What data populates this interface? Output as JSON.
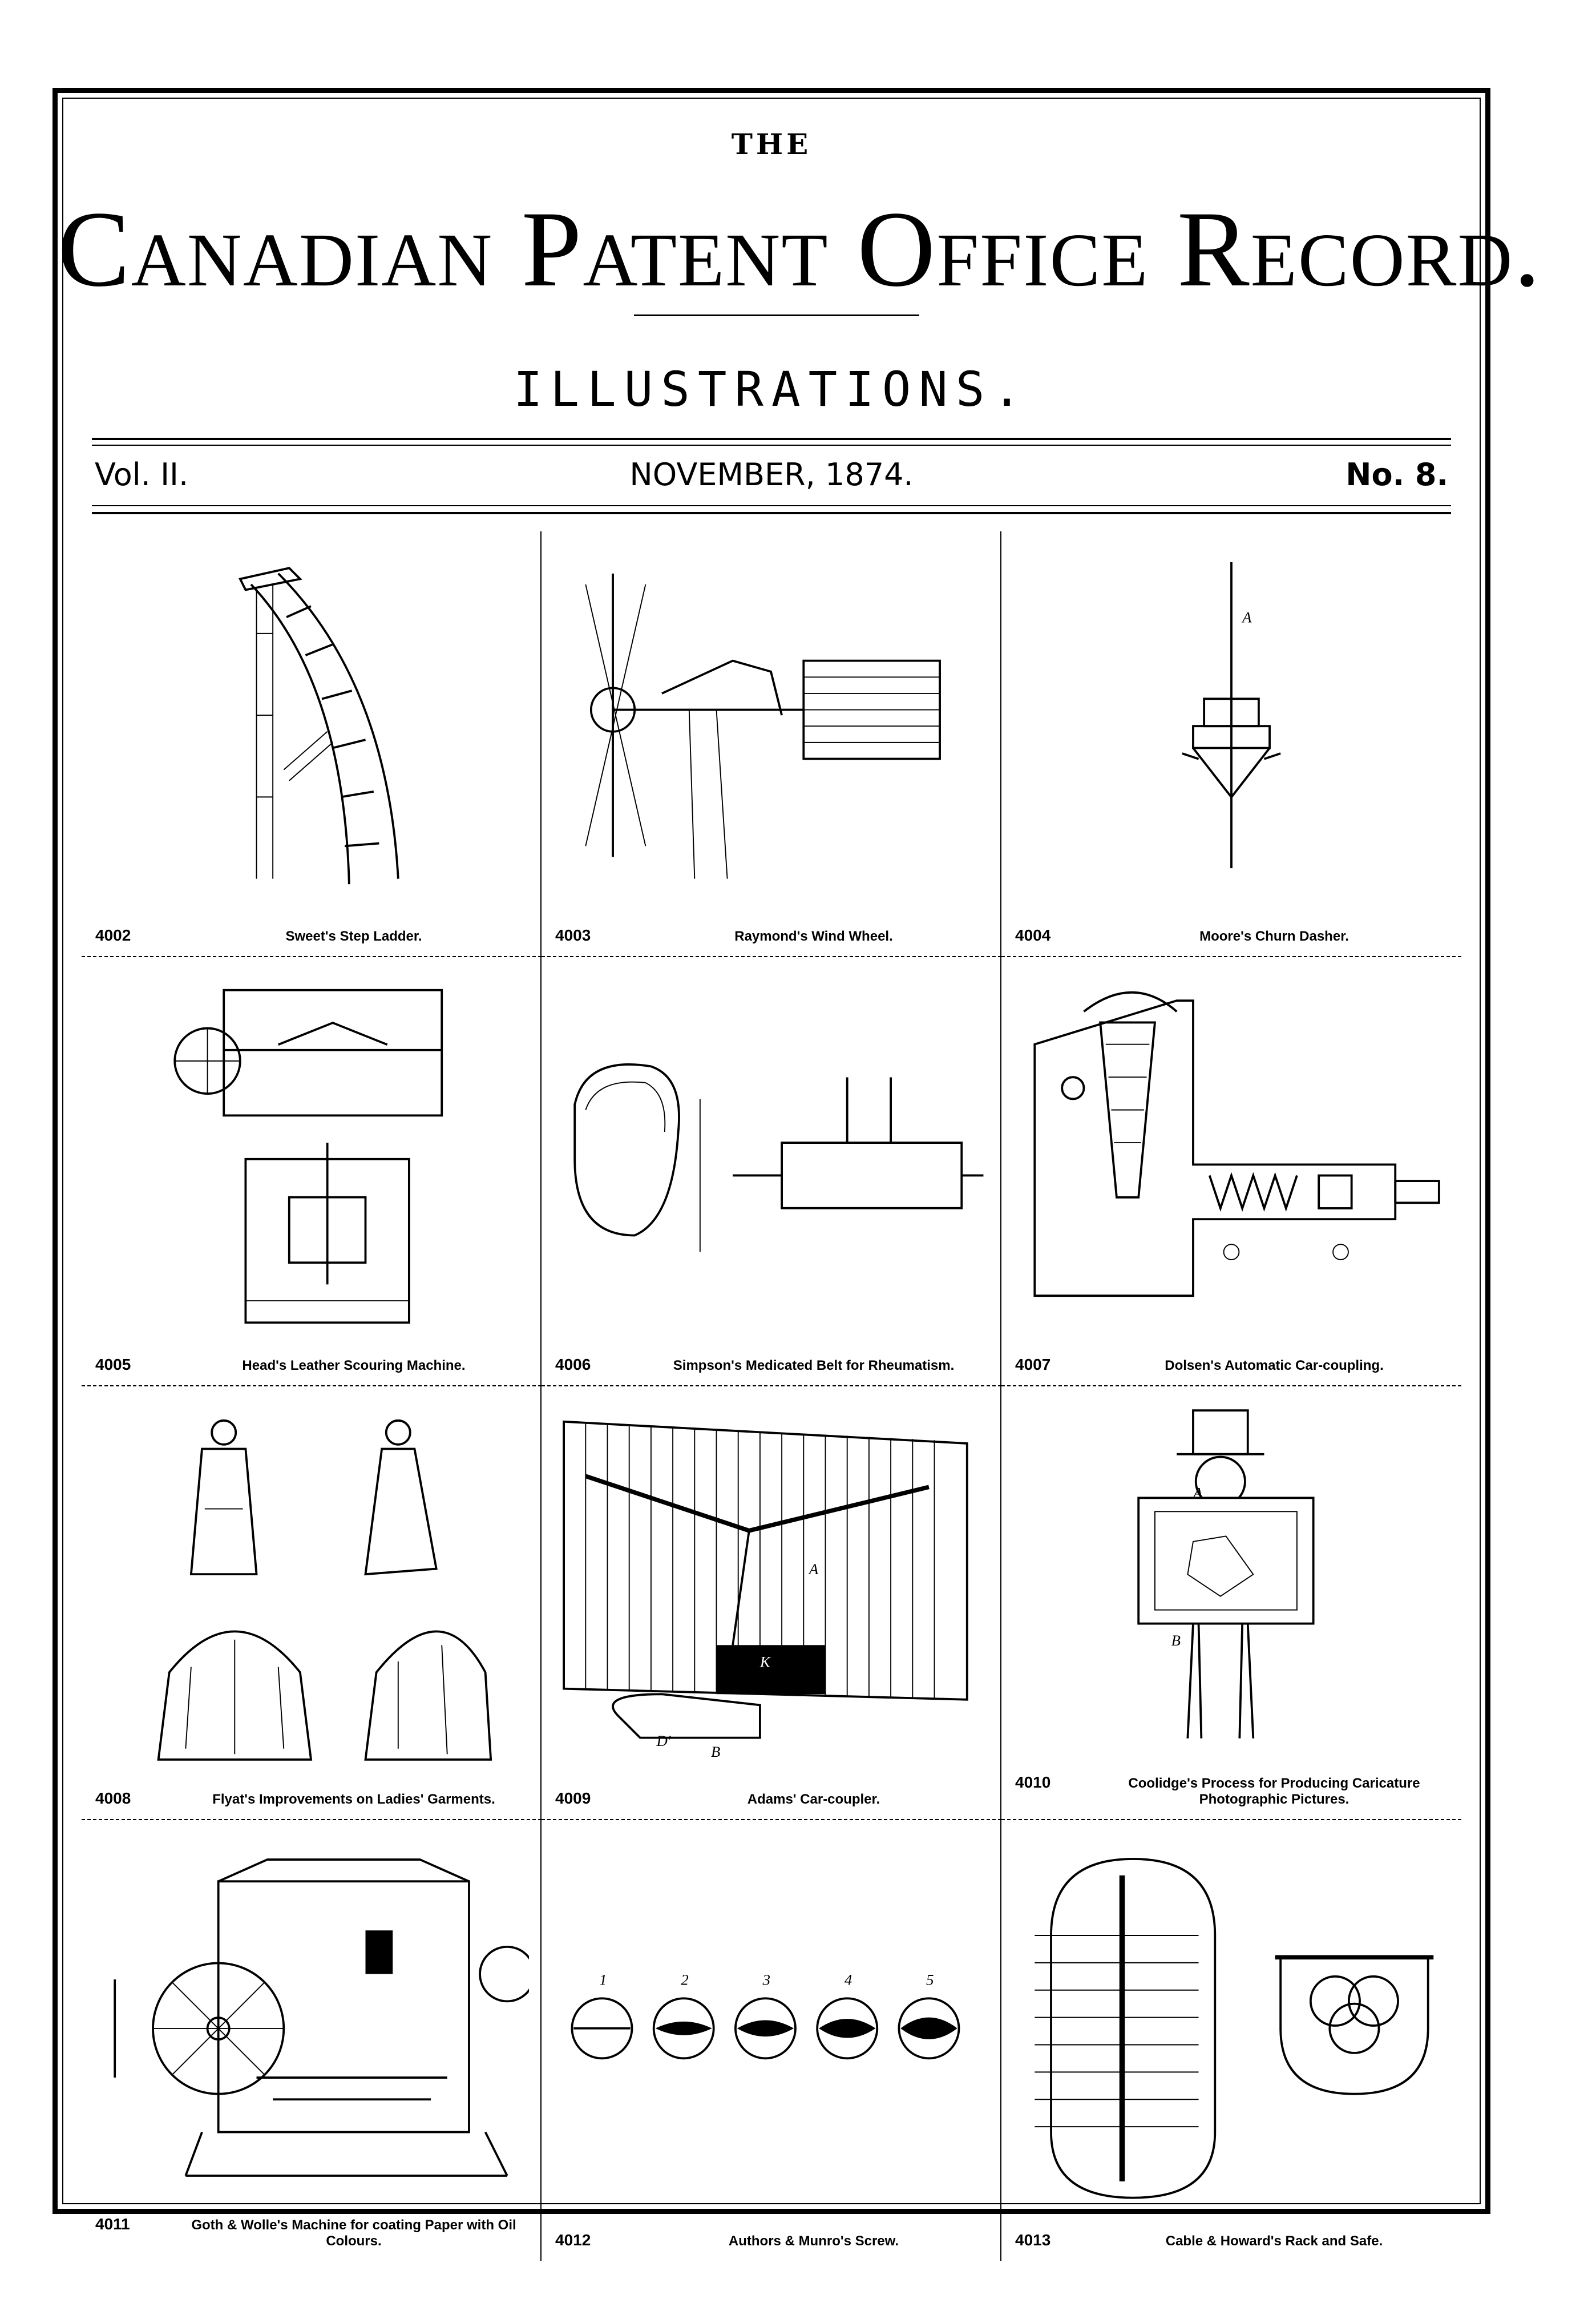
{
  "header": {
    "the": "THE",
    "title": "Canadian Patent Office Record.",
    "subtitle": "ILLUSTRATIONS.",
    "volume": "Vol. II.",
    "date": "NOVEMBER, 1874.",
    "number": "No. 8."
  },
  "patents": [
    {
      "number": "4002",
      "title": "Sweet's Step Ladder."
    },
    {
      "number": "4003",
      "title": "Raymond's Wind Wheel."
    },
    {
      "number": "4004",
      "title": "Moore's Churn Dasher."
    },
    {
      "number": "4005",
      "title": "Head's Leather Scouring Machine."
    },
    {
      "number": "4006",
      "title": "Simpson's Medicated Belt for Rheumatism."
    },
    {
      "number": "4007",
      "title": "Dolsen's Automatic Car-coupling."
    },
    {
      "number": "4008",
      "title": "Flyat's Improvements on Ladies' Garments."
    },
    {
      "number": "4009",
      "title": "Adams' Car-coupler."
    },
    {
      "number": "4010",
      "title": "Coolidge's Process for Producing Caricature Photographic Pictures."
    },
    {
      "number": "4011",
      "title": "Goth & Wolle's Machine for coating Paper with Oil Colours."
    },
    {
      "number": "4012",
      "title": "Authors & Munro's Screw."
    },
    {
      "number": "4013",
      "title": "Cable & Howard's Rack and Safe."
    }
  ],
  "figure_labels": {
    "churn_a": "A",
    "coupler_a": "A",
    "coupler_k": "K",
    "coupler_b": "B",
    "coupler_d": "D'",
    "caricature_a": "A",
    "caricature_b": "B",
    "screw_1": "1",
    "screw_2": "2",
    "screw_3": "3",
    "screw_4": "4",
    "screw_5": "5"
  }
}
